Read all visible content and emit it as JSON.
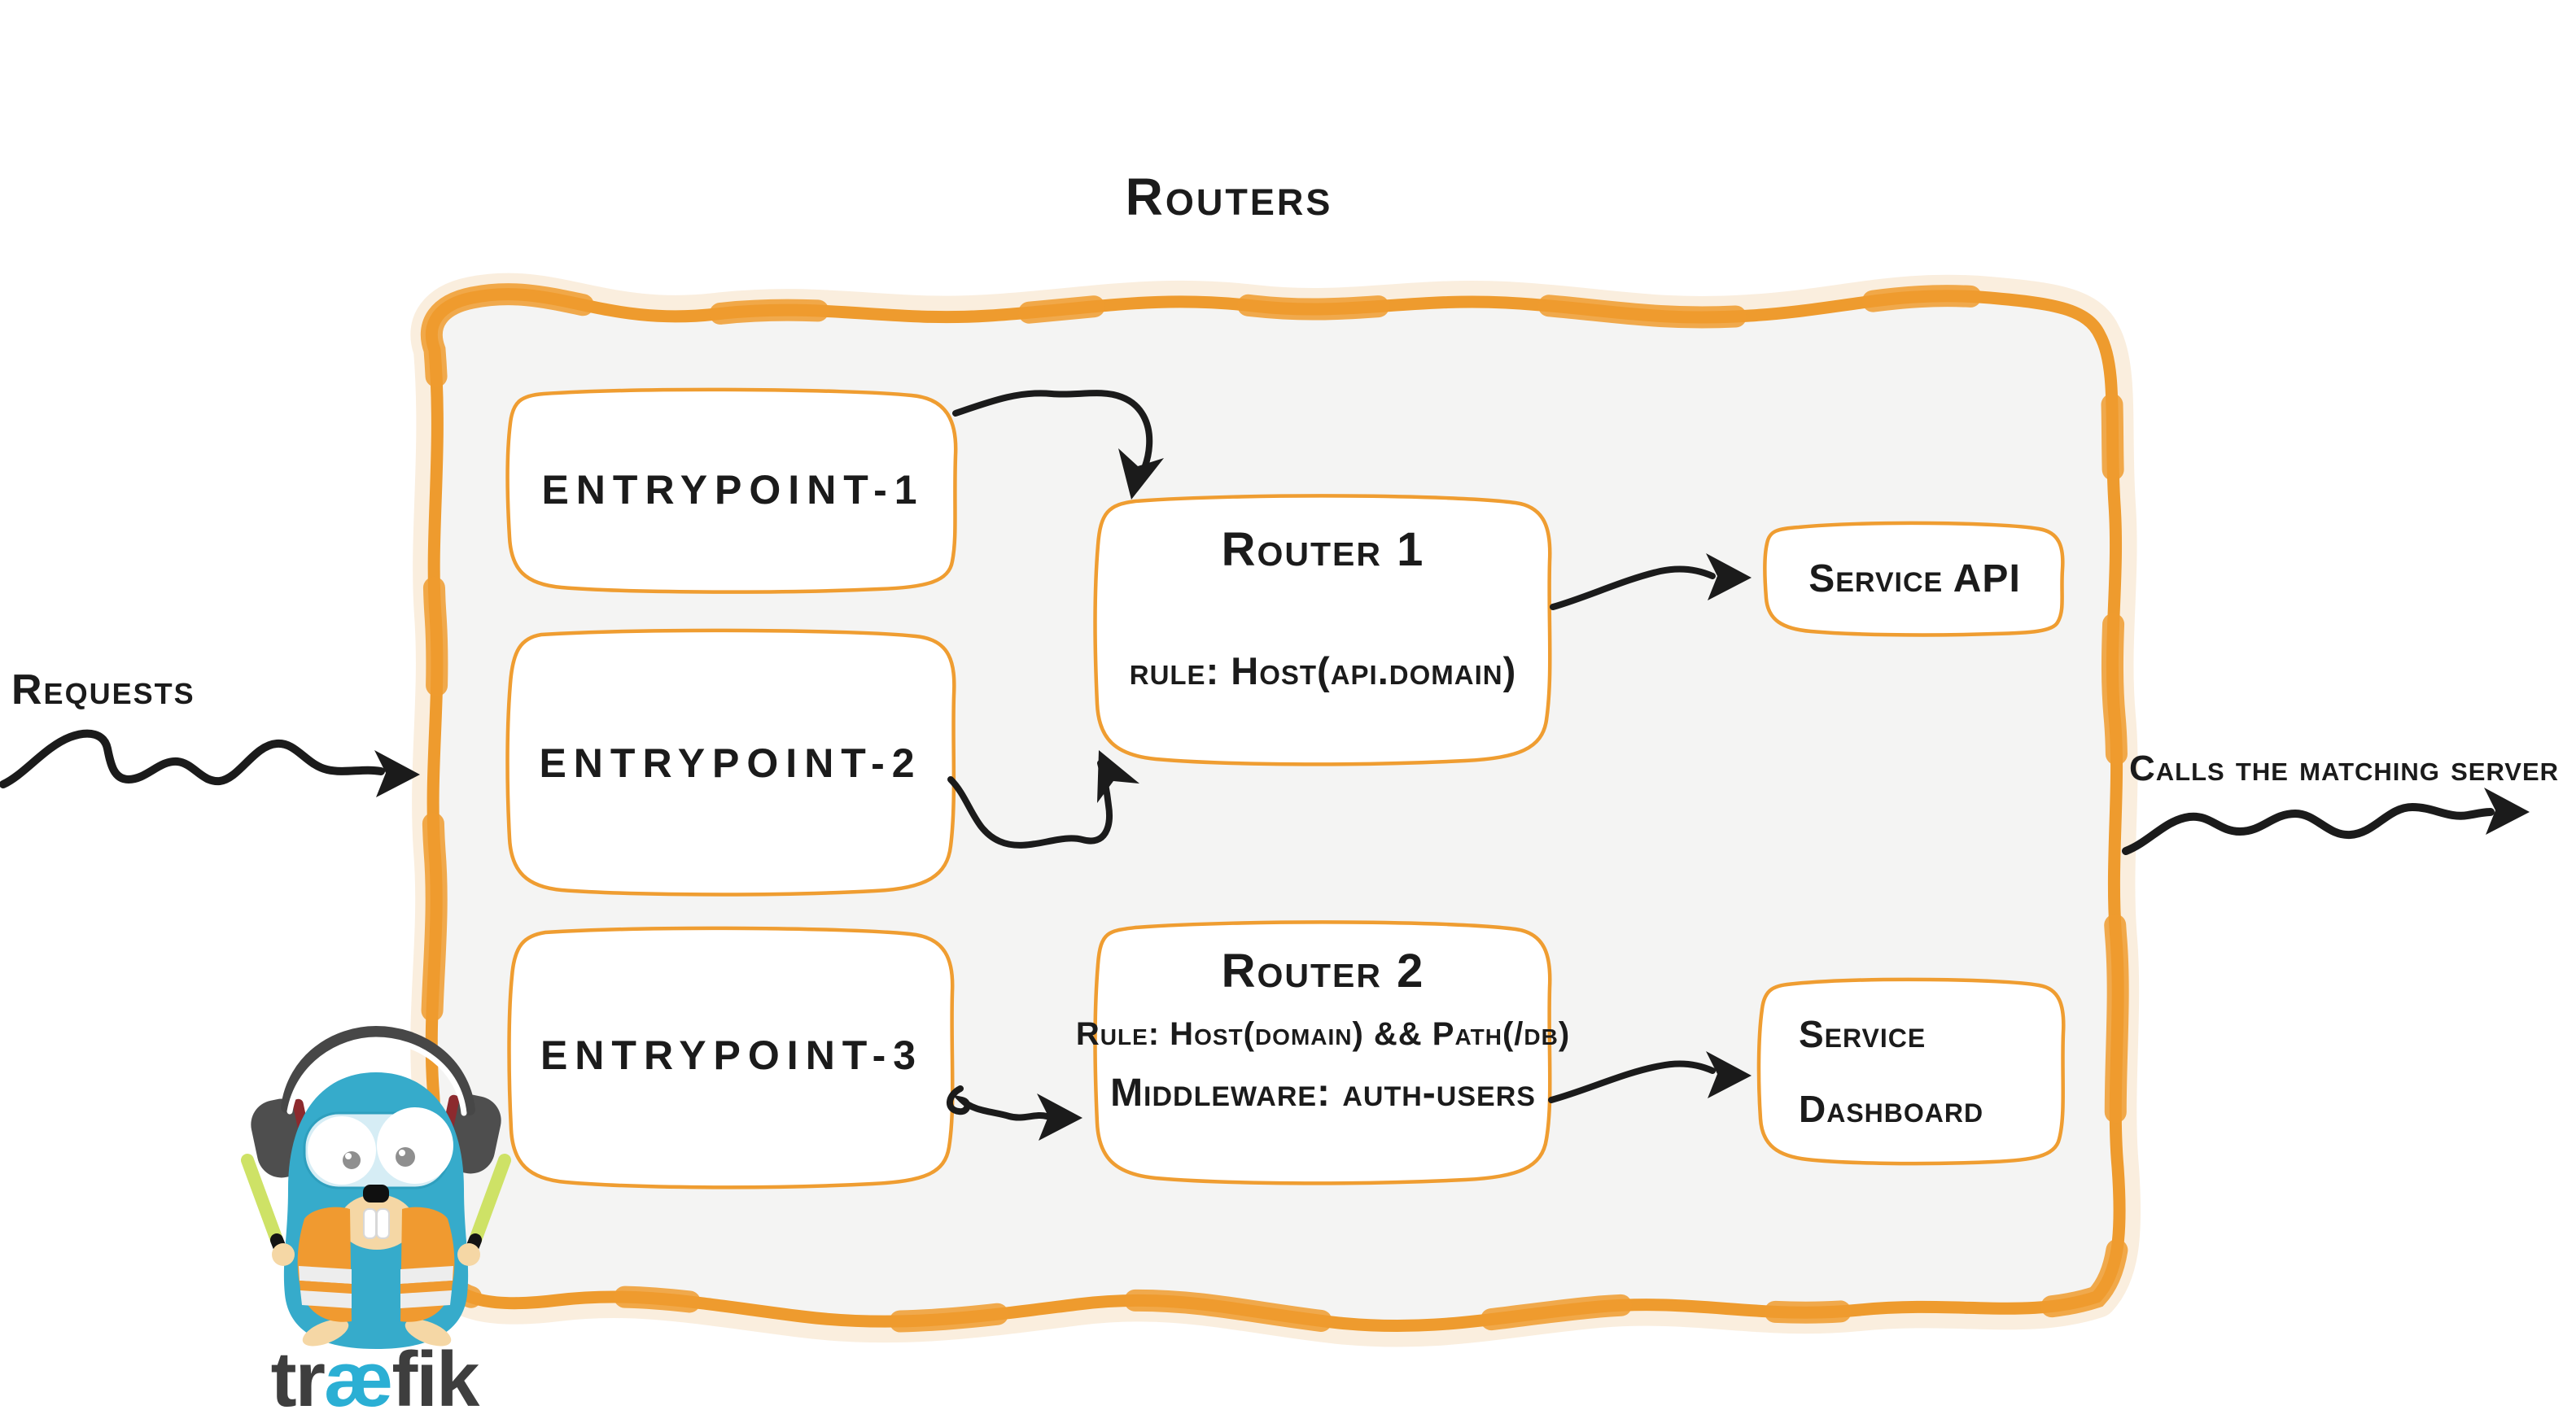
{
  "diagram": {
    "title": "Routers",
    "requests": {
      "label": "Requests"
    },
    "calls": {
      "label": "Calls the matching server"
    },
    "entrypoints": [
      {
        "label": "ENTRYPOINT-1"
      },
      {
        "label": "ENTRYPOINT-2"
      },
      {
        "label": "ENTRYPOINT-3"
      }
    ],
    "routers": [
      {
        "title": "Router 1",
        "rule": "rule: Host(api.domain)"
      },
      {
        "title": "Router 2",
        "rule": "Rule: Host(domain) && Path(/db)",
        "middleware": "Middleware: auth-users"
      }
    ],
    "services": [
      {
        "label": "Service API"
      },
      {
        "label": "Service Dashboard"
      }
    ],
    "logo": {
      "prefix": "tr",
      "ligature": "æ",
      "suffix": "fik"
    },
    "colors": {
      "accent_orange": "#EE9B2E",
      "panel_fill": "#F4F4F3",
      "ink_black": "#1B1B1B",
      "logo_teal": "#2BAFD4",
      "logo_gray": "#3E3E3E",
      "baton_green": "#CEE266"
    }
  }
}
